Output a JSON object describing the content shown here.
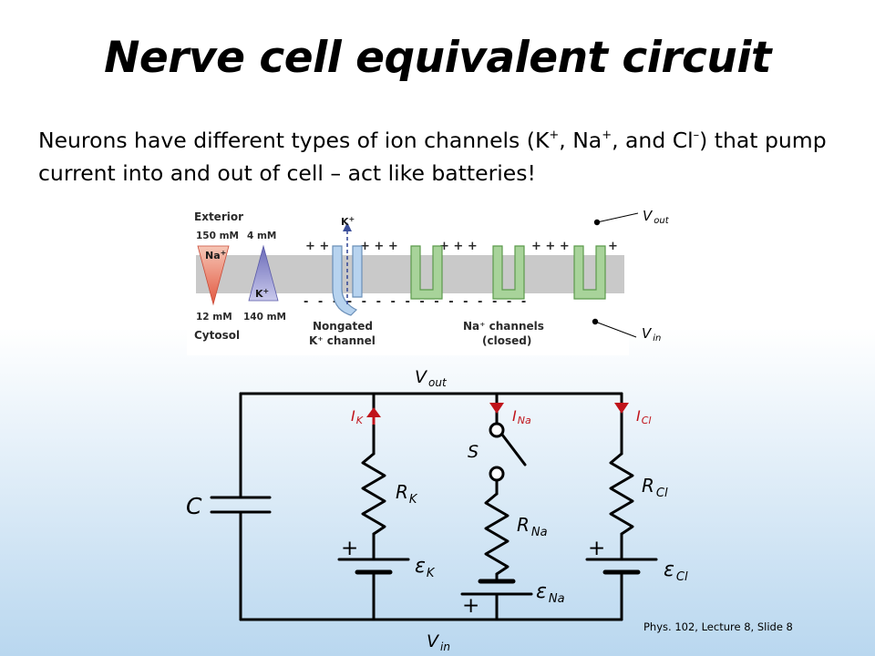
{
  "title": "Nerve cell equivalent circuit",
  "intro": {
    "text_a": "Neurons have different types of ion channels (K",
    "sup_k": "+",
    "text_b": ", Na",
    "sup_na": "+",
    "text_c": ", and Cl",
    "sup_cl": "–",
    "text_d": ") that pump current into and out of cell – act like batteries!"
  },
  "membrane": {
    "exterior_label": "Exterior",
    "na_outside": "150 mM",
    "k_outside": "4 mM",
    "na_ion": "Na",
    "k_ion": "K",
    "ion_charge": "+",
    "na_inside": "12 mM",
    "k_inside": "140 mM",
    "cytosol_label": "Cytosol",
    "k_flow_label": "K",
    "plus_row": "+ +",
    "plus_row_b": "+ + +",
    "plus_single": "+",
    "minus_row": "- - - - - - - - - - - - - - - -",
    "nongated_label_1": "Nongated",
    "nongated_label_2": "K⁺ channel",
    "na_channels_label_1": "Na⁺ channels",
    "na_channels_label_2": "(closed)",
    "v_out": "V",
    "v_out_sub": "out",
    "v_in": "V",
    "v_in_sub": "in"
  },
  "circuit": {
    "v_out": "V",
    "v_out_sub": "out",
    "v_in": "V",
    "v_in_sub": "in",
    "capacitor": "C",
    "i_k": "I",
    "i_k_sub": "K",
    "i_na": "I",
    "i_na_sub": "Na",
    "i_cl": "I",
    "i_cl_sub": "Cl",
    "switch": "S",
    "r_k": "R",
    "r_k_sub": "K",
    "r_na": "R",
    "r_na_sub": "Na",
    "r_cl": "R",
    "r_cl_sub": "Cl",
    "emf_k": "ε",
    "emf_k_sub": "K",
    "emf_na": "ε",
    "emf_na_sub": "Na",
    "emf_cl": "ε",
    "emf_cl_sub": "Cl",
    "plus": "+"
  },
  "colors": {
    "current_arrow": "#c0141b",
    "na_triangle": "#e98b75",
    "k_triangle": "#8f8fcf",
    "membrane": "#c9c9c9",
    "k_channel": "#b7d3ef",
    "na_channel": "#a8d39a"
  },
  "footer": "Phys. 102, Lecture 8, Slide 8"
}
